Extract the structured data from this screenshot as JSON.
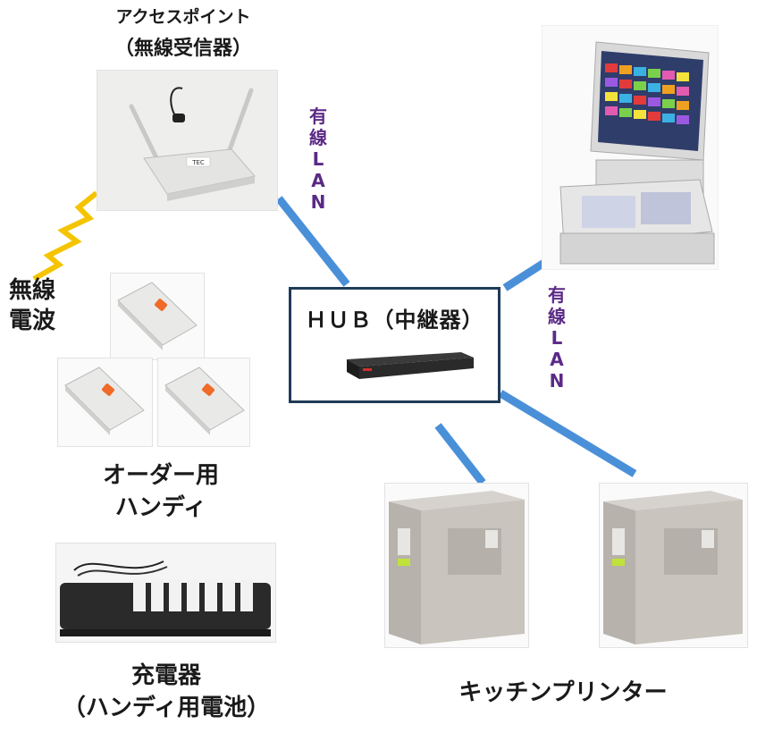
{
  "access_point": {
    "title": "アクセスポイント",
    "subtitle": "（無線受信器）",
    "brand": "TEC"
  },
  "wired_lan_left": [
    "有",
    "線",
    "L",
    "A",
    "N"
  ],
  "wired_lan_right": [
    "有",
    "線",
    "L",
    "A",
    "N"
  ],
  "wireless": {
    "line1": "無線",
    "line2": "電波"
  },
  "hub": {
    "label": "ＨＵＢ（中継器）"
  },
  "handy": {
    "line1": "オーダー用",
    "line2": "ハンディ"
  },
  "charger": {
    "line1": "充電器",
    "line2": "（ハンディ用電池）"
  },
  "kitchen_printer": {
    "label": "キッチンプリンター"
  },
  "colors": {
    "lan_line": "#4a90d9",
    "wireless": "#f5c400",
    "lan_text": "#5b2a86",
    "hub_border": "#1f3b57"
  }
}
